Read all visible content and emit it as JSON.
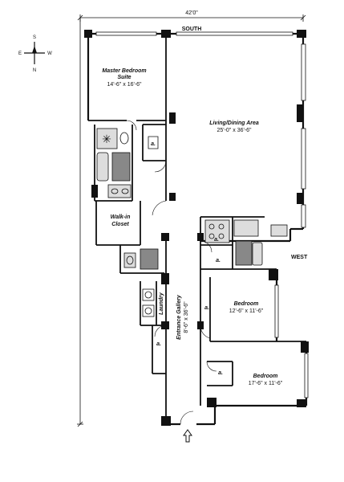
{
  "dimension": {
    "width": "42'0\""
  },
  "orientation": {
    "south": "SOUTH",
    "west": "WEST"
  },
  "compass": {
    "s": "S",
    "e": "E",
    "w": "W",
    "n": "N"
  },
  "rooms": {
    "master": {
      "name_line1": "Master Bedroom",
      "name_line2": "Suite",
      "size": "14'-6\" x 16'-6\""
    },
    "living": {
      "name": "Living/Dining Area",
      "size": "25'-0\" x 36'-6\""
    },
    "walkin": {
      "name_line1": "Walk-in",
      "name_line2": "Closet"
    },
    "laundry": {
      "name": "Laundry"
    },
    "gallery": {
      "name": "Entrance Gallery",
      "size": "8'-6\" x 36'-6\""
    },
    "bedroom2": {
      "name": "Bedroom",
      "size": "12'-6\" x 11'-6\""
    },
    "bedroom3": {
      "name": "Bedroom",
      "size": "17'-6\" x 11'-6\""
    }
  },
  "closet_mark": "a."
}
